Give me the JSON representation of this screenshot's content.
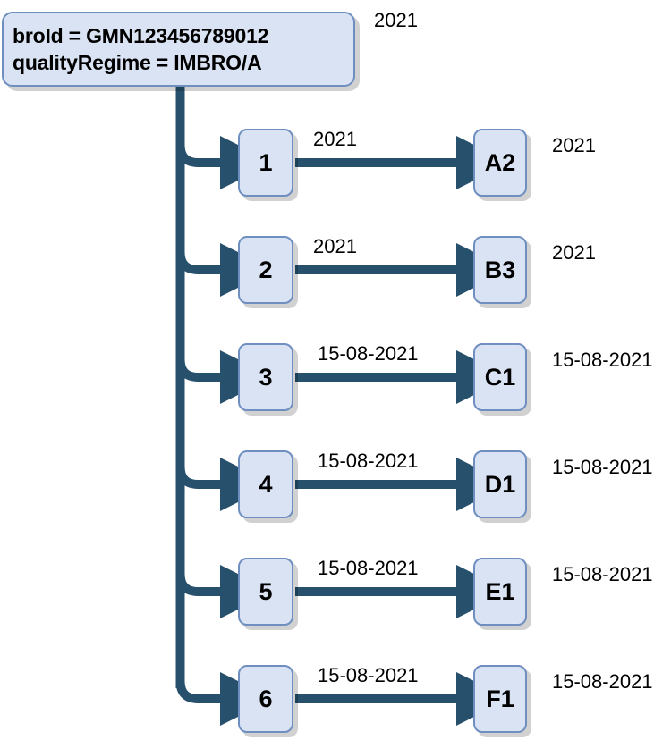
{
  "diagram": {
    "title_box": {
      "line1": "broId = GMN123456789012",
      "line2": "qualityRegime = IMBRO/A",
      "right_label": "2021"
    },
    "colors": {
      "node_fill": "#dae3f3",
      "node_border": "#6e8fc0",
      "connector": "#27506c",
      "text": "#000000",
      "background": "#ffffff"
    },
    "branches": [
      {
        "source_label": "1",
        "edge_label": "2021",
        "target_label": "A2",
        "right_label": "2021"
      },
      {
        "source_label": "2",
        "edge_label": "2021",
        "target_label": "B3",
        "right_label": "2021"
      },
      {
        "source_label": "3",
        "edge_label": "15-08-2021",
        "target_label": "C1",
        "right_label": "15-08-2021"
      },
      {
        "source_label": "4",
        "edge_label": "15-08-2021",
        "target_label": "D1",
        "right_label": "15-08-2021"
      },
      {
        "source_label": "5",
        "edge_label": "15-08-2021",
        "target_label": "E1",
        "right_label": "15-08-2021"
      },
      {
        "source_label": "6",
        "edge_label": "15-08-2021",
        "target_label": "F1",
        "right_label": "15-08-2021"
      }
    ]
  }
}
